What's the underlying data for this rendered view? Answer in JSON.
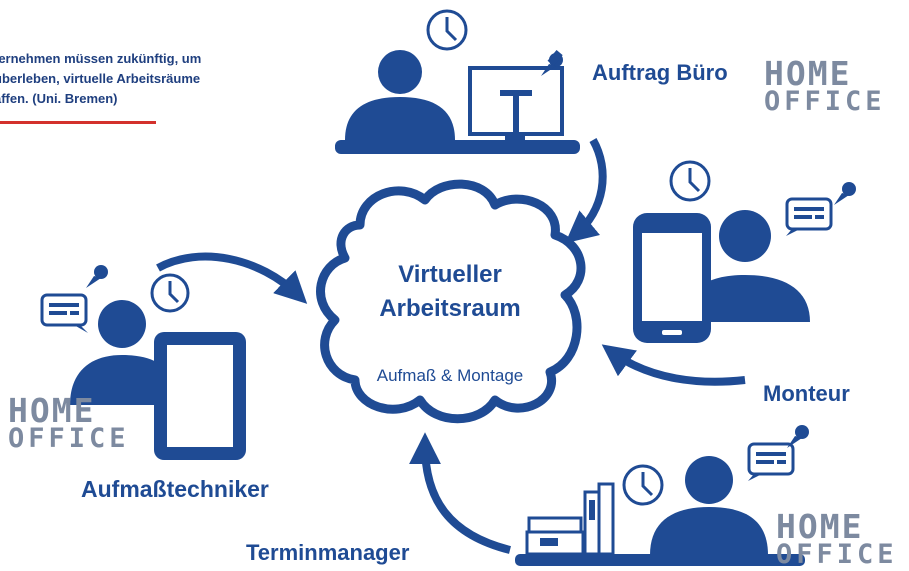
{
  "quote": {
    "line1": "ternehmen müssen zukünftig, um",
    "line2": "überleben, virtuelle Arbeitsräume",
    "line3": "affen. (Uni. Bremen)"
  },
  "cloud": {
    "title_line1": "Virtueller",
    "title_line2": "Arbeitsraum",
    "subtitle": "Aufmaß & Montage"
  },
  "roles": {
    "auftrag": "Auftrag Büro",
    "monteur": "Monteur",
    "aufmass": "Aufmaßtechniker",
    "termin": "Terminmanager"
  },
  "home_office": {
    "line1": "HOME",
    "line2": "OFFICE"
  },
  "colors": {
    "primary": "#1f4b94",
    "accent": "#d3312c",
    "badge": "#7d8aa0"
  },
  "icons": [
    "clock-icon",
    "pin-icon",
    "chat-bubble-icon",
    "person-icon",
    "monitor-icon",
    "smartphone-icon",
    "tablet-icon",
    "books-icon",
    "cloud-icon",
    "arrow-icon"
  ]
}
